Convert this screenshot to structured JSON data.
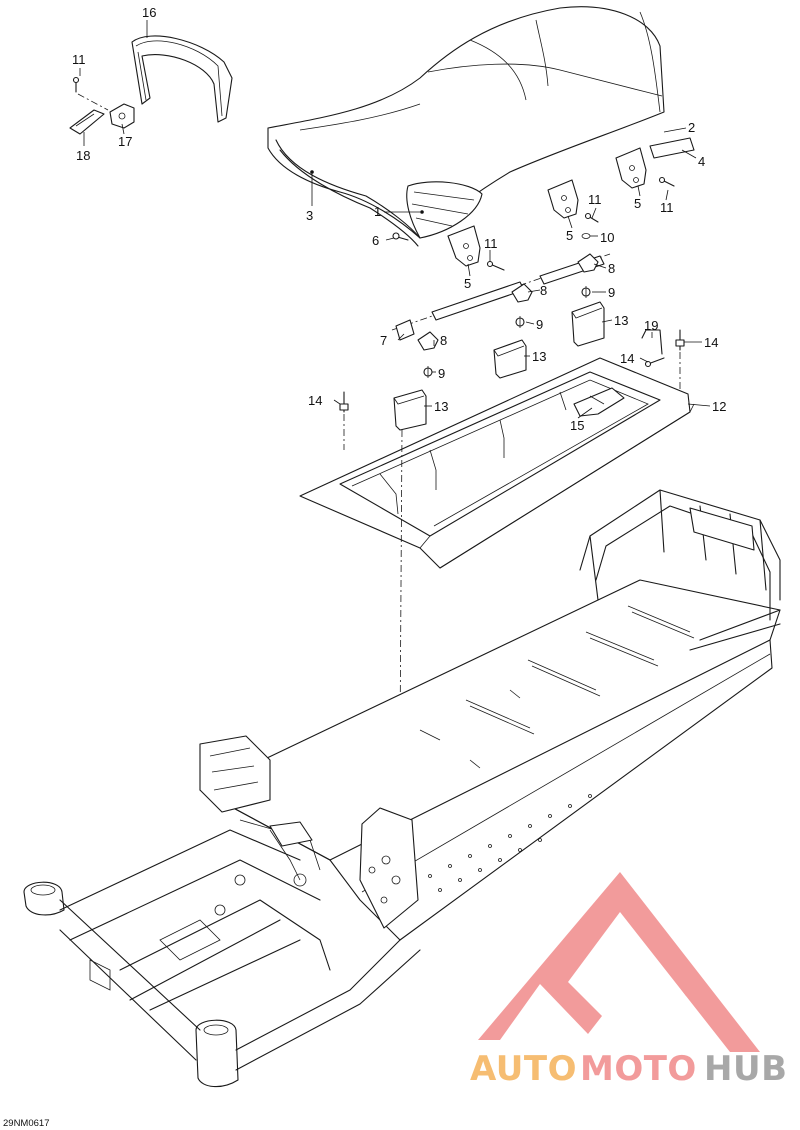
{
  "diagram_code": "29NM0617",
  "callouts": {
    "c1": "1",
    "c2": "2",
    "c3": "3",
    "c4": "4",
    "c5a": "5",
    "c5b": "5",
    "c5c": "5",
    "c6": "6",
    "c7": "7",
    "c8a": "8",
    "c8b": "8",
    "c8c": "8",
    "c9a": "9",
    "c9b": "9",
    "c9c": "9",
    "c10": "10",
    "c11a": "11",
    "c11b": "11",
    "c11c": "11",
    "c11d": "11",
    "c12": "12",
    "c13a": "13",
    "c13b": "13",
    "c13c": "13",
    "c14a": "14",
    "c14b": "14",
    "c14c": "14",
    "c15": "15",
    "c16": "16",
    "c17": "17",
    "c18": "18",
    "c19": "19"
  },
  "watermark": {
    "part1": "AUTO",
    "part2": "MOTO",
    "part3": "HUB",
    "color_red": "#f08a8a",
    "color_orange": "#f5b25a",
    "color_gray": "#9a9a9a"
  }
}
